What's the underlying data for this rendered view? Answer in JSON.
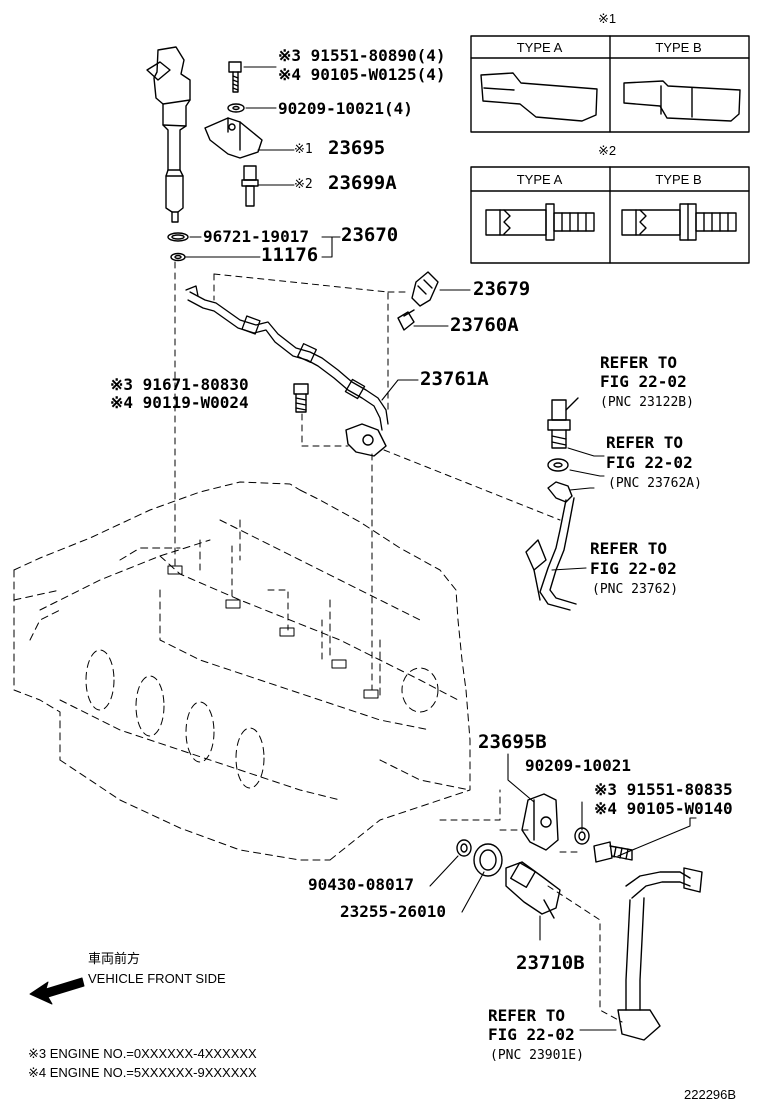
{
  "type_boxes": {
    "box1": {
      "marker": "※1",
      "header_a": "TYPE A",
      "header_b": "TYPE B"
    },
    "box2": {
      "marker": "※2",
      "header_a": "TYPE A",
      "header_b": "TYPE B"
    }
  },
  "injector_parts": {
    "bolt_line1": "※3  91551-80890(4)",
    "bolt_line2": "※4  90105-W0125(4)",
    "washer": "90209-10021(4)",
    "clamp_marker": "※1",
    "clamp": "23695",
    "stud_marker": "※2",
    "stud": "23699A",
    "oring": "96721-19017",
    "assembly": "23670",
    "gasket": "11176"
  },
  "pipe_parts": {
    "union_bolt": "23679",
    "gasket_set": "23760A",
    "leak_pipe": "23761A",
    "bolt_line1": "※3  91671-80830",
    "bolt_line2": "※4  90119-W0024"
  },
  "refer_labels": {
    "ref1": {
      "title": "REFER TO",
      "fig": "FIG 22-02",
      "pnc": "(PNC 23122B)"
    },
    "ref2": {
      "title": "REFER TO",
      "fig": "FIG 22-02",
      "pnc": "(PNC 23762A)"
    },
    "ref3": {
      "title": "REFER TO",
      "fig": "FIG 22-02",
      "pnc": "(PNC 23762)"
    },
    "ref4": {
      "title": "REFER TO",
      "fig": "FIG 22-02",
      "pnc": "(PNC 23901E)"
    }
  },
  "pump_parts": {
    "bracket": "23695B",
    "washer": "90209-10021",
    "bolt_line1": "※3  91551-80835",
    "bolt_line2": "※4  90105-W0140",
    "oring": "90430-08017",
    "seal": "23255-26010",
    "valve": "23710B"
  },
  "direction": {
    "japanese": "車両前方",
    "english": "VEHICLE FRONT SIDE"
  },
  "footnotes": {
    "note3": "※3  ENGINE NO.=0XXXXXX-4XXXXXX",
    "note4": "※4  ENGINE NO.=5XXXXXX-9XXXXXX"
  },
  "figure_id": "222296B"
}
